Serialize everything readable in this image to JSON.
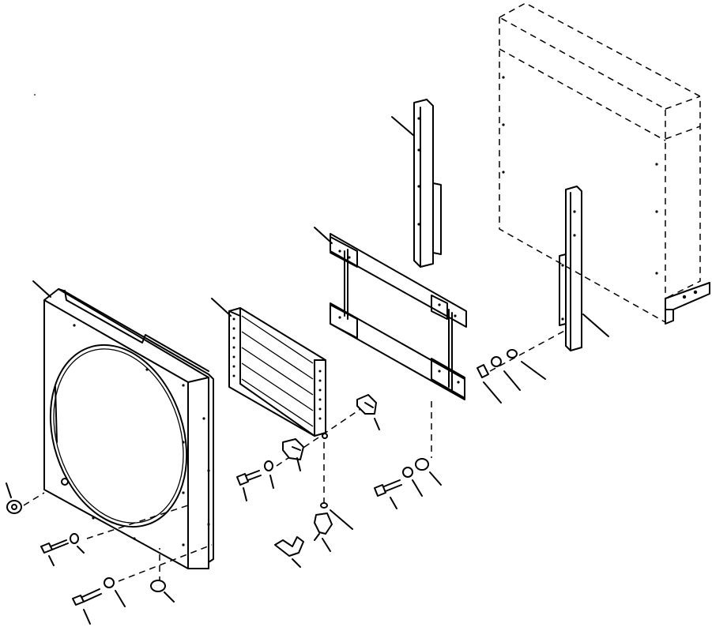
{
  "diagram": {
    "parts": [
      {
        "id": "shroud",
        "icon": "fan-shroud"
      },
      {
        "id": "oil-cooler",
        "icon": "oil-cooler-core"
      },
      {
        "id": "mount-frame",
        "icon": "mounting-frame"
      },
      {
        "id": "bracket-left",
        "icon": "vertical-bracket"
      },
      {
        "id": "bracket-right",
        "icon": "vertical-bracket"
      },
      {
        "id": "radiator",
        "icon": "radiator-housing"
      },
      {
        "id": "hardware",
        "icon": "bolts-washers-nuts"
      },
      {
        "id": "fittings",
        "icon": "hose-elbow-fittings"
      }
    ]
  }
}
